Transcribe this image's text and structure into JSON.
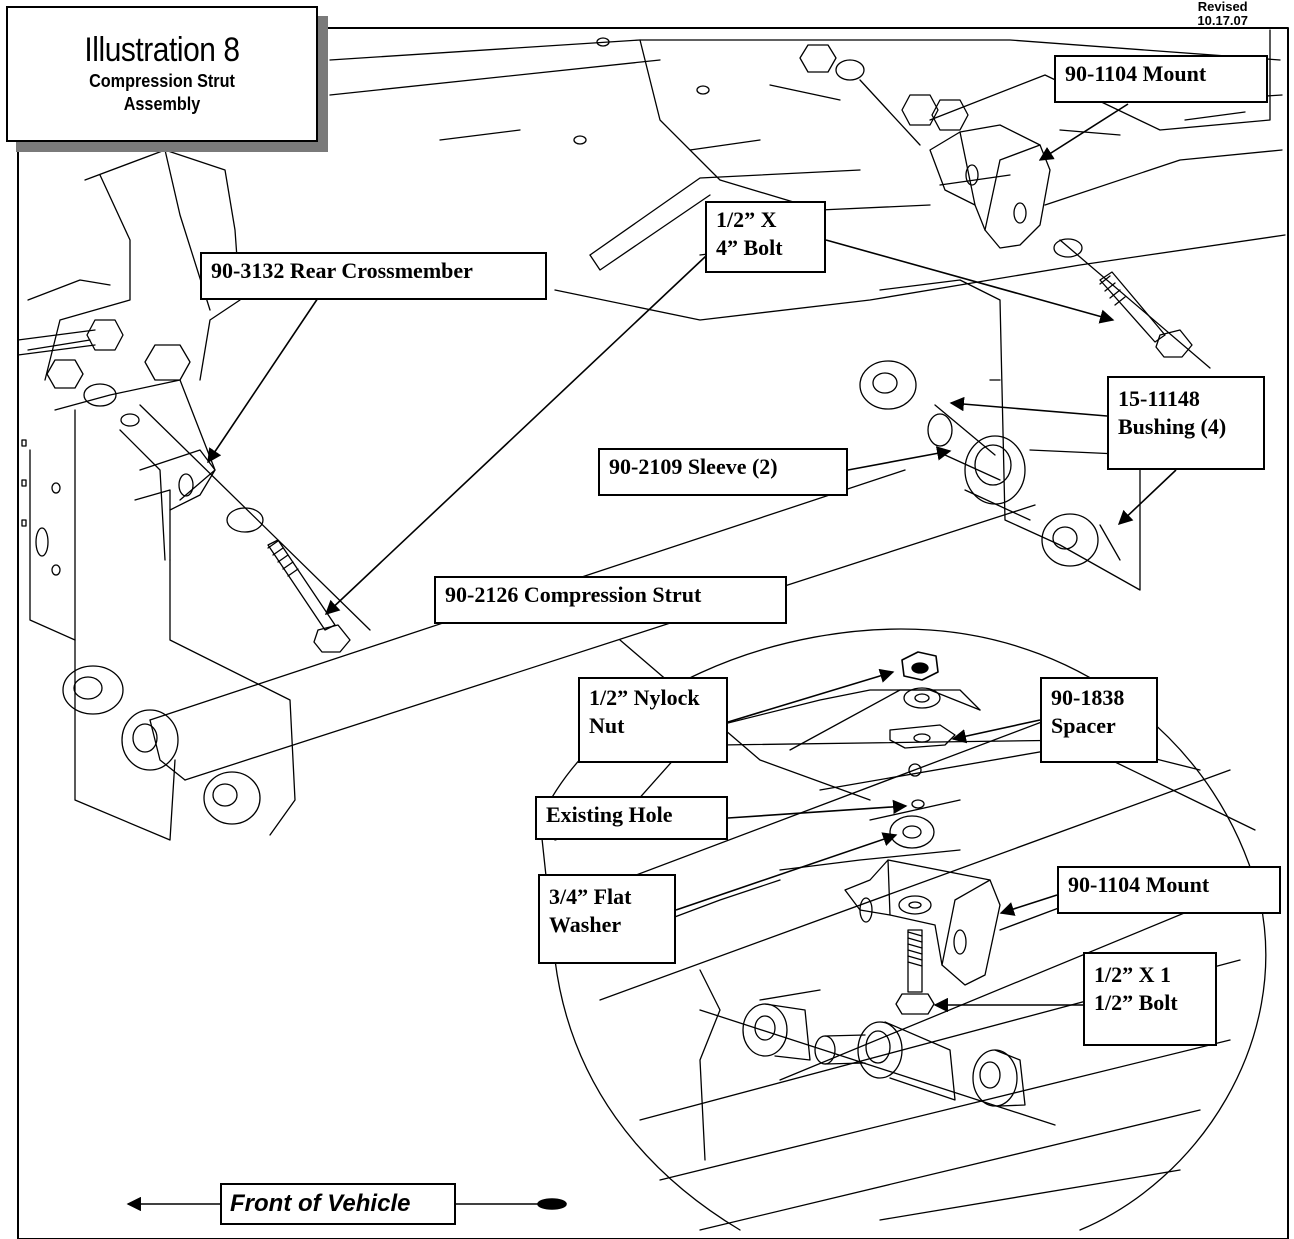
{
  "revision": {
    "line1": "Revised",
    "line2": "10.17.07"
  },
  "title": {
    "main": "Illustration 8",
    "sub_line1": "Compression Strut",
    "sub_line2": "Assembly"
  },
  "callouts": {
    "mount_top": [
      "90-1104 Mount"
    ],
    "bolt_4in": [
      "1/2” X",
      "4” Bolt"
    ],
    "rear_crossmember": [
      "90-3132 Rear Crossmember"
    ],
    "bushing": [
      "15-11148",
      "Bushing (4)"
    ],
    "sleeve": [
      "90-2109 Sleeve (2)"
    ],
    "compression_strut": [
      "90-2126 Compression Strut"
    ],
    "nylock_nut": [
      "1/2” Nylock",
      "Nut"
    ],
    "spacer": [
      "90-1838",
      "Spacer"
    ],
    "existing_hole": [
      "Existing Hole"
    ],
    "flat_washer": [
      "3/4” Flat",
      "Washer"
    ],
    "mount_detail": [
      "90-1104 Mount"
    ],
    "bolt_1_5in": [
      "1/2” X 1",
      "1/2” Bolt"
    ]
  },
  "direction": {
    "label": "Front of Vehicle"
  },
  "colors": {
    "line": "#000000",
    "shadow": "#7a7a7a",
    "background": "#ffffff"
  }
}
